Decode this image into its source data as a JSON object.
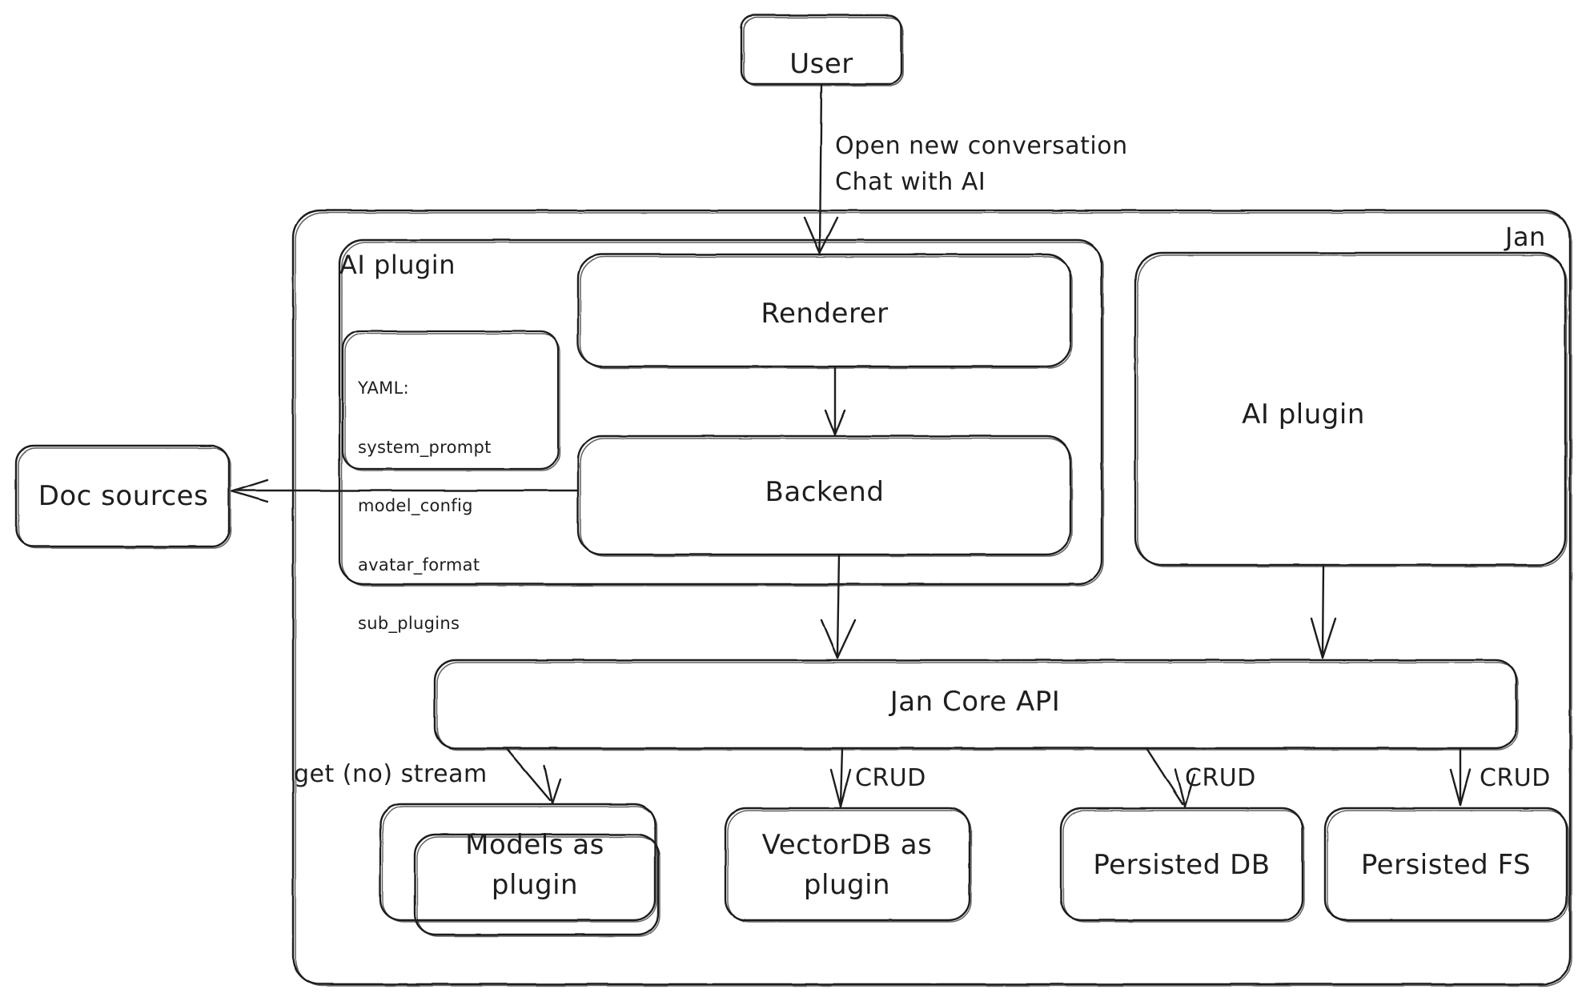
{
  "diagram": {
    "title": "Jan architecture diagram",
    "style": "hand-drawn",
    "stroke_color": "#1e1e1e",
    "background_color": "#ffffff"
  },
  "nodes": {
    "user": {
      "label": "User"
    },
    "jan_group": {
      "label": "Jan"
    },
    "ai_plugin_group": {
      "label": "AI plugin"
    },
    "yaml_note": {
      "lines": [
        "YAML:",
        "system_prompt",
        "model_config",
        "avatar_format",
        "sub_plugins"
      ]
    },
    "renderer": {
      "label": "Renderer"
    },
    "backend": {
      "label": "Backend"
    },
    "ai_plugin_box": {
      "label": "AI plugin"
    },
    "doc_sources": {
      "label": "Doc sources"
    },
    "jan_core_api": {
      "label": "Jan Core API"
    },
    "models_plugin": {
      "label_line1": "Models as",
      "label_line2": "plugin"
    },
    "vectordb_plugin": {
      "label_line1": "VectorDB as",
      "label_line2": "plugin"
    },
    "persisted_db": {
      "label": "Persisted DB"
    },
    "persisted_fs": {
      "label": "Persisted FS"
    }
  },
  "edges": {
    "user_to_renderer": {
      "line1": "Open new conversation",
      "line2": "Chat with AI"
    },
    "api_to_models": {
      "label": "get (no) stream"
    },
    "api_to_vectordb": {
      "label": "CRUD"
    },
    "api_to_persisted_db": {
      "label": "CRUD"
    },
    "api_to_persisted_fs": {
      "label": "CRUD"
    }
  }
}
